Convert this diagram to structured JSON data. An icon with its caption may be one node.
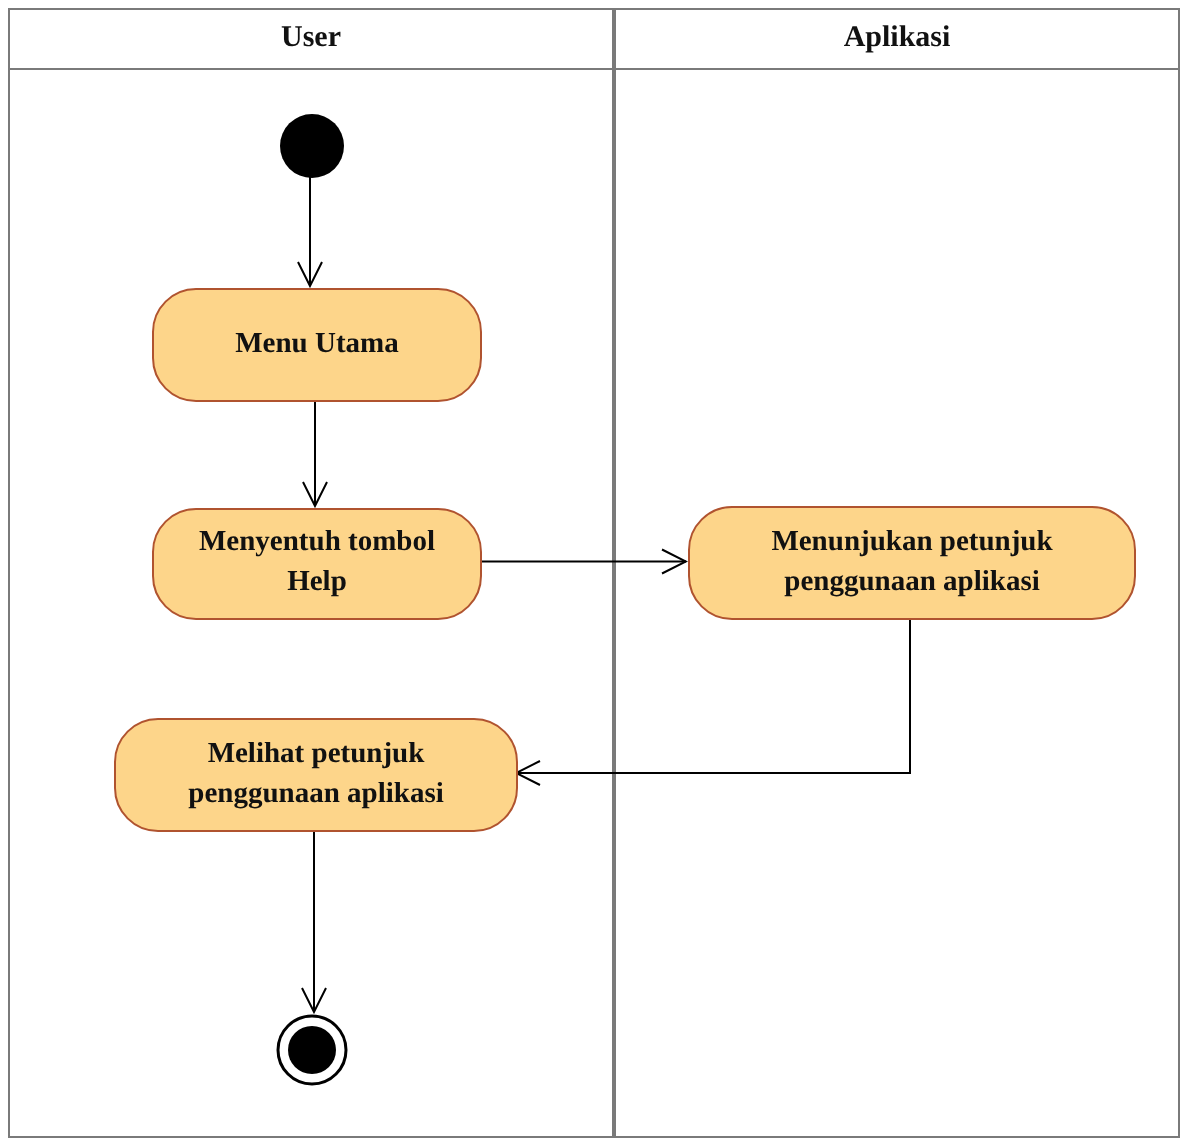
{
  "diagram": {
    "nodes": [
      {
        "text": [
          "User"
        ]
      },
      {
        "text": [
          "Aplikasi"
        ]
      },
      {
        "text": [],
        "shape": "circle",
        "in": 0
      },
      {
        "text": [
          "Menu Utama"
        ],
        "in": 0
      },
      {
        "text": [
          "Menyentuh tombol Help"
        ],
        "in": 0
      },
      {
        "text": [
          "Menunjukan petunjuk penggunaan aplikasi"
        ],
        "in": 1
      },
      {
        "text": [
          "Melihat petunjuk penggunaan aplikasi"
        ],
        "in": 0
      },
      {
        "text": [],
        "shape": "bullseye",
        "in": 0
      }
    ],
    "edges": [
      {
        "from": 2,
        "to": 3,
        "arrow": "to"
      },
      {
        "from": 3,
        "to": 4,
        "arrow": "to"
      },
      {
        "from": 4,
        "to": 5,
        "arrow": "to"
      },
      {
        "from": 5,
        "to": 6,
        "arrow": "to"
      },
      {
        "from": 6,
        "to": 7,
        "arrow": "to"
      }
    ]
  }
}
